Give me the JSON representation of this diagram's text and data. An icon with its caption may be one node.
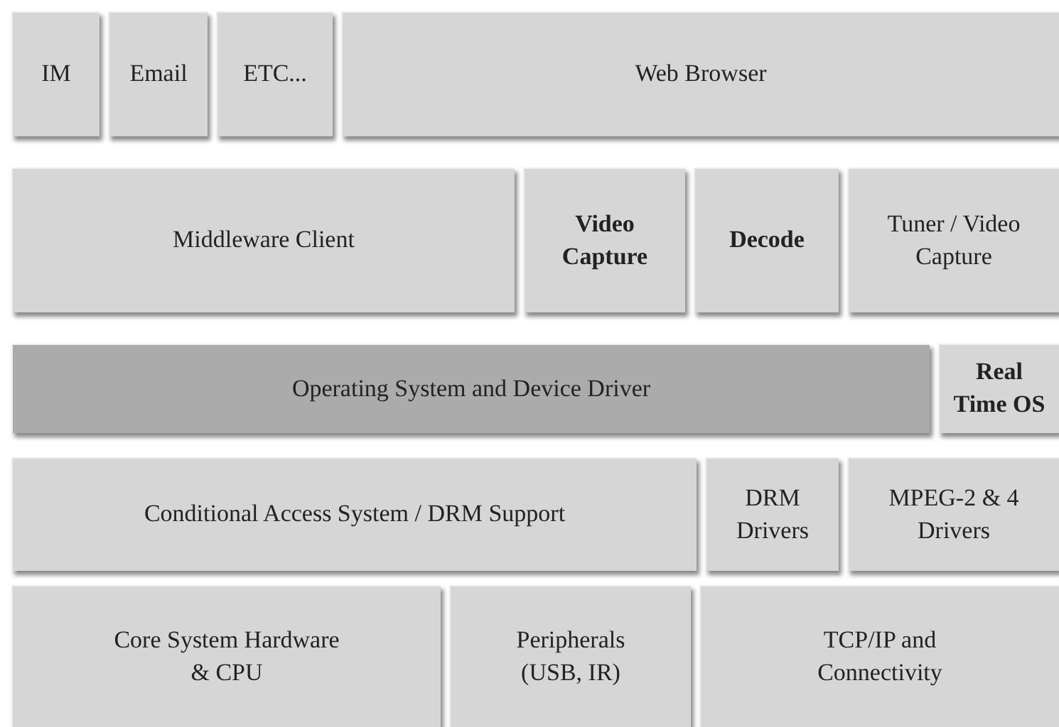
{
  "diagram": {
    "nodes": [
      {
        "text": [
          "IM"
        ]
      },
      {
        "text": [
          "Email"
        ]
      },
      {
        "text": [
          "ETC..."
        ]
      },
      {
        "text": [
          "Web Browser"
        ]
      },
      {
        "text": [
          "Middleware Client"
        ]
      },
      {
        "text": [
          "Video Capture"
        ]
      },
      {
        "text": [
          "Decode"
        ]
      },
      {
        "text": [
          "Tuner / Video Capture"
        ]
      },
      {
        "text": [
          "Operating System and Device Driver"
        ]
      },
      {
        "text": [
          "Real Time OS"
        ]
      },
      {
        "text": [
          "Conditional Access System / DRM Support"
        ]
      },
      {
        "text": [
          "DRM Drivers"
        ]
      },
      {
        "text": [
          "MPEG-2 & 4 Drivers"
        ]
      },
      {
        "text": [
          "Core System Hardware & CPU"
        ]
      },
      {
        "text": [
          "Peripherals (USB, IR)"
        ]
      },
      {
        "text": [
          "TCP/IP and Connectivity"
        ]
      }
    ]
  }
}
